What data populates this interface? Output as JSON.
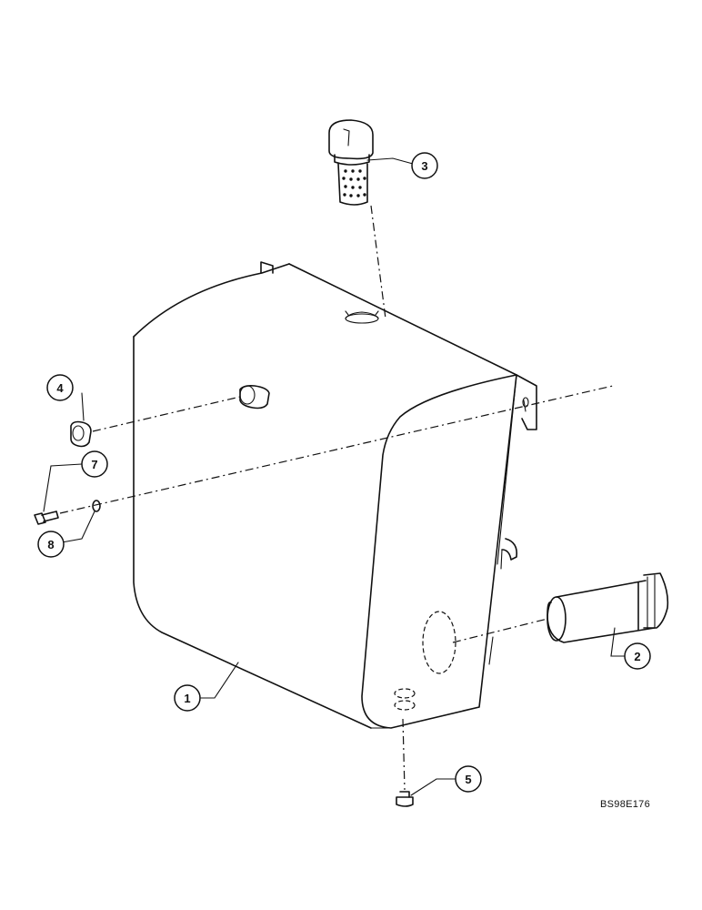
{
  "callouts": [
    {
      "id": "1",
      "label": "1"
    },
    {
      "id": "2",
      "label": "2"
    },
    {
      "id": "3",
      "label": "3"
    },
    {
      "id": "4",
      "label": "4"
    },
    {
      "id": "5",
      "label": "5"
    },
    {
      "id": "7",
      "label": "7"
    },
    {
      "id": "8",
      "label": "8"
    }
  ],
  "drawing_code": "BS98E176"
}
